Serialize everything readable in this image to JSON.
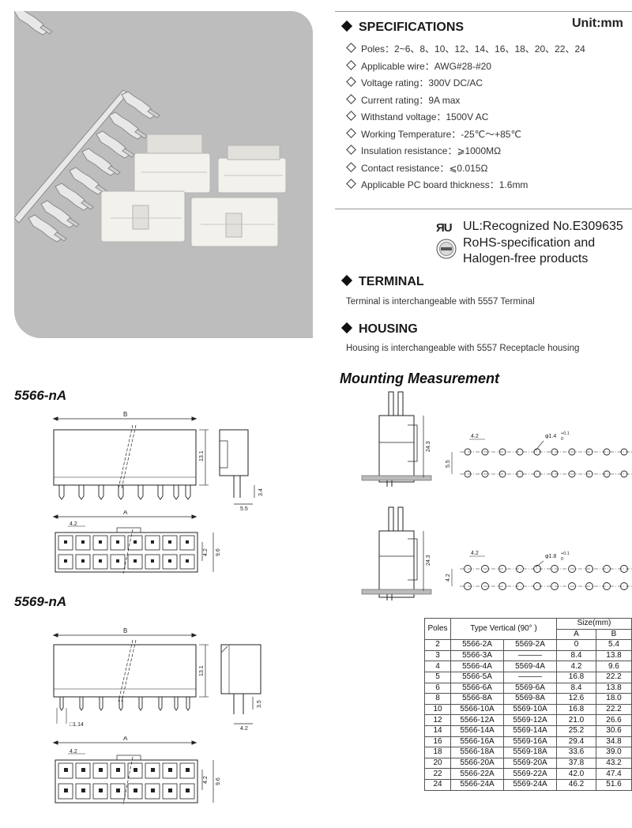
{
  "header": {
    "unit": "Unit:mm"
  },
  "specifications": {
    "title": "SPECIFICATIONS",
    "items": [
      "Poles：2~6、8、10、12、14、16、18、20、22、24",
      "Applicable wire：AWG#28-#20",
      "Voltage rating：300V DC/AC",
      "Current rating：9A max",
      "Withstand voltage：1500V AC",
      "Working Temperature：-25℃～+85℃",
      "Insulation resistance：⩾1000MΩ",
      "Contact resistance：⩽0.015Ω",
      "Applicable PC board thickness：1.6mm"
    ]
  },
  "certifications": {
    "ul_line": "UL:Recognized No.E309635",
    "rohs_line1": "RoHS-specification and",
    "rohs_line2": "Halogen-free products",
    "ul_mark": "ЯU"
  },
  "terminal": {
    "title": "TERMINAL",
    "text": "Terminal is interchangeable with 5557 Terminal"
  },
  "housing": {
    "title": "HOUSING",
    "text": "Housing is interchangeable with 5557 Receptacle housing"
  },
  "models": {
    "a": {
      "name": "5566-nA",
      "dim_b": "B",
      "dim_a": "A",
      "dim_height": "13.1",
      "dim_pin": "3.4",
      "dim_side": "5.5",
      "dim_pitch": "4.2",
      "dim_row": "4.2",
      "dim_depth": "9.6"
    },
    "b": {
      "name": "5569-nA",
      "dim_b": "B",
      "dim_a": "A",
      "dim_height": "13.1",
      "dim_pin": "3.5",
      "dim_side": "4.2",
      "dim_sq": "□1.14",
      "dim_pitch": "4.2",
      "dim_row": "4.2",
      "dim_depth": "9.6"
    }
  },
  "mounting": {
    "title": "Mounting Measurement",
    "top": {
      "pitch": "4.2",
      "row": "5.5",
      "height": "24.3",
      "hole": "φ1.4",
      "tol_up": "+0.1",
      "tol_low": "0"
    },
    "bottom": {
      "pitch": "4.2",
      "row": "4.2",
      "height": "24.3",
      "hole": "φ1.8",
      "tol_up": "+0.1",
      "tol_low": "0"
    }
  },
  "size_table": {
    "col_poles": "Poles",
    "col_type": "Type Vertical (90° )",
    "col_size": "Size(mm)",
    "col_a": "A",
    "col_b": "B",
    "rows": [
      [
        "2",
        "5566-2A",
        "5569-2A",
        "0",
        "5.4"
      ],
      [
        "3",
        "5566-3A",
        "———",
        "8.4",
        "13.8"
      ],
      [
        "4",
        "5566-4A",
        "5569-4A",
        "4.2",
        "9.6"
      ],
      [
        "5",
        "5566-5A",
        "———",
        "16.8",
        "22.2"
      ],
      [
        "6",
        "5566-6A",
        "5569-6A",
        "8.4",
        "13.8"
      ],
      [
        "8",
        "5566-8A",
        "5569-8A",
        "12.6",
        "18.0"
      ],
      [
        "10",
        "5566-10A",
        "5569-10A",
        "16.8",
        "22.2"
      ],
      [
        "12",
        "5566-12A",
        "5569-12A",
        "21.0",
        "26.6"
      ],
      [
        "14",
        "5566-14A",
        "5569-14A",
        "25.2",
        "30.6"
      ],
      [
        "16",
        "5566-16A",
        "5569-16A",
        "29.4",
        "34.8"
      ],
      [
        "18",
        "5566-18A",
        "5569-18A",
        "33.6",
        "39.0"
      ],
      [
        "20",
        "5566-20A",
        "5569-20A",
        "37.8",
        "43.2"
      ],
      [
        "22",
        "5566-22A",
        "5569-22A",
        "42.0",
        "47.4"
      ],
      [
        "24",
        "5566-24A",
        "5569-24A",
        "46.2",
        "51.6"
      ]
    ]
  }
}
